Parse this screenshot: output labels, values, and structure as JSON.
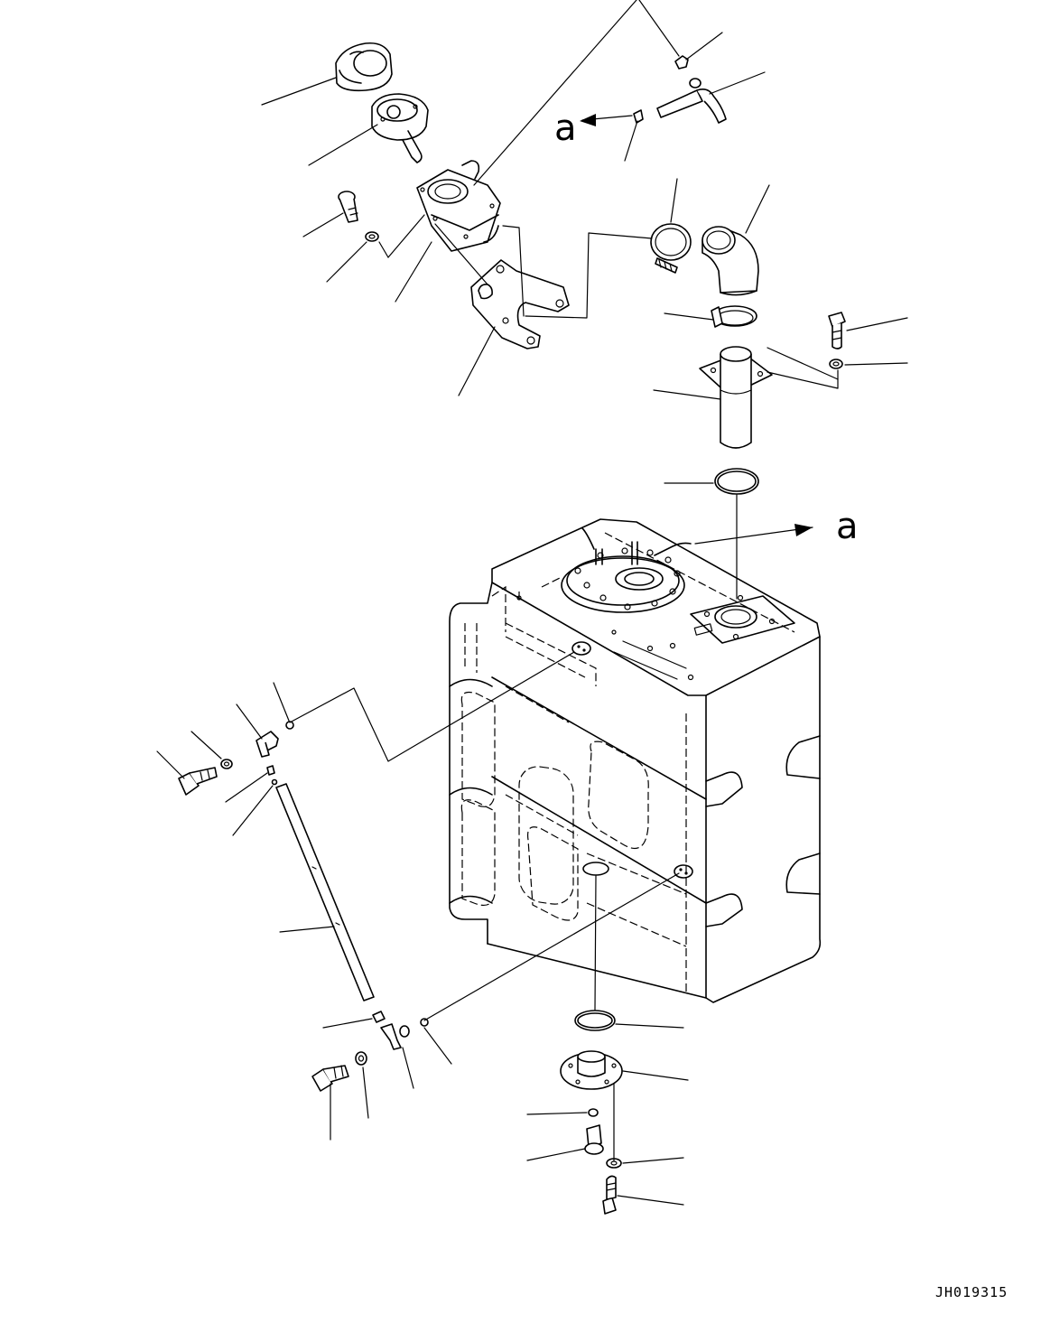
{
  "diagram": {
    "callout_top": "a",
    "callout_tank": "a",
    "drawing_code": "JH019315"
  }
}
